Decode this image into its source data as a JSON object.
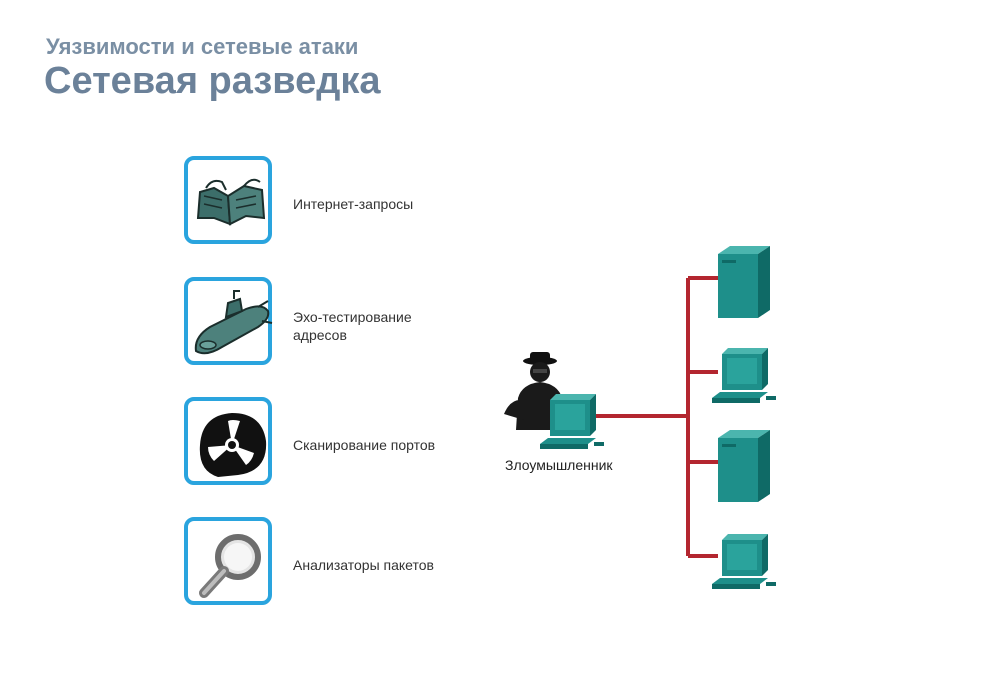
{
  "header": {
    "subtitle": "Уязвимости и сетевые атаки",
    "title": "Сетевая разведка"
  },
  "tools": [
    {
      "label": "Интернет-запросы",
      "icon": "open-book-icon"
    },
    {
      "label": "Эхо-тестирование адресов",
      "icon": "submarine-icon"
    },
    {
      "label": "Сканирование портов",
      "icon": "radiation-icon"
    },
    {
      "label": "Анализаторы пакетов",
      "icon": "magnifier-icon"
    }
  ],
  "network": {
    "attacker_label": "Злоумышленник",
    "link_color": "#b3262f",
    "device_color": "#1e8f8a",
    "box_border_color": "#2aa4de"
  }
}
